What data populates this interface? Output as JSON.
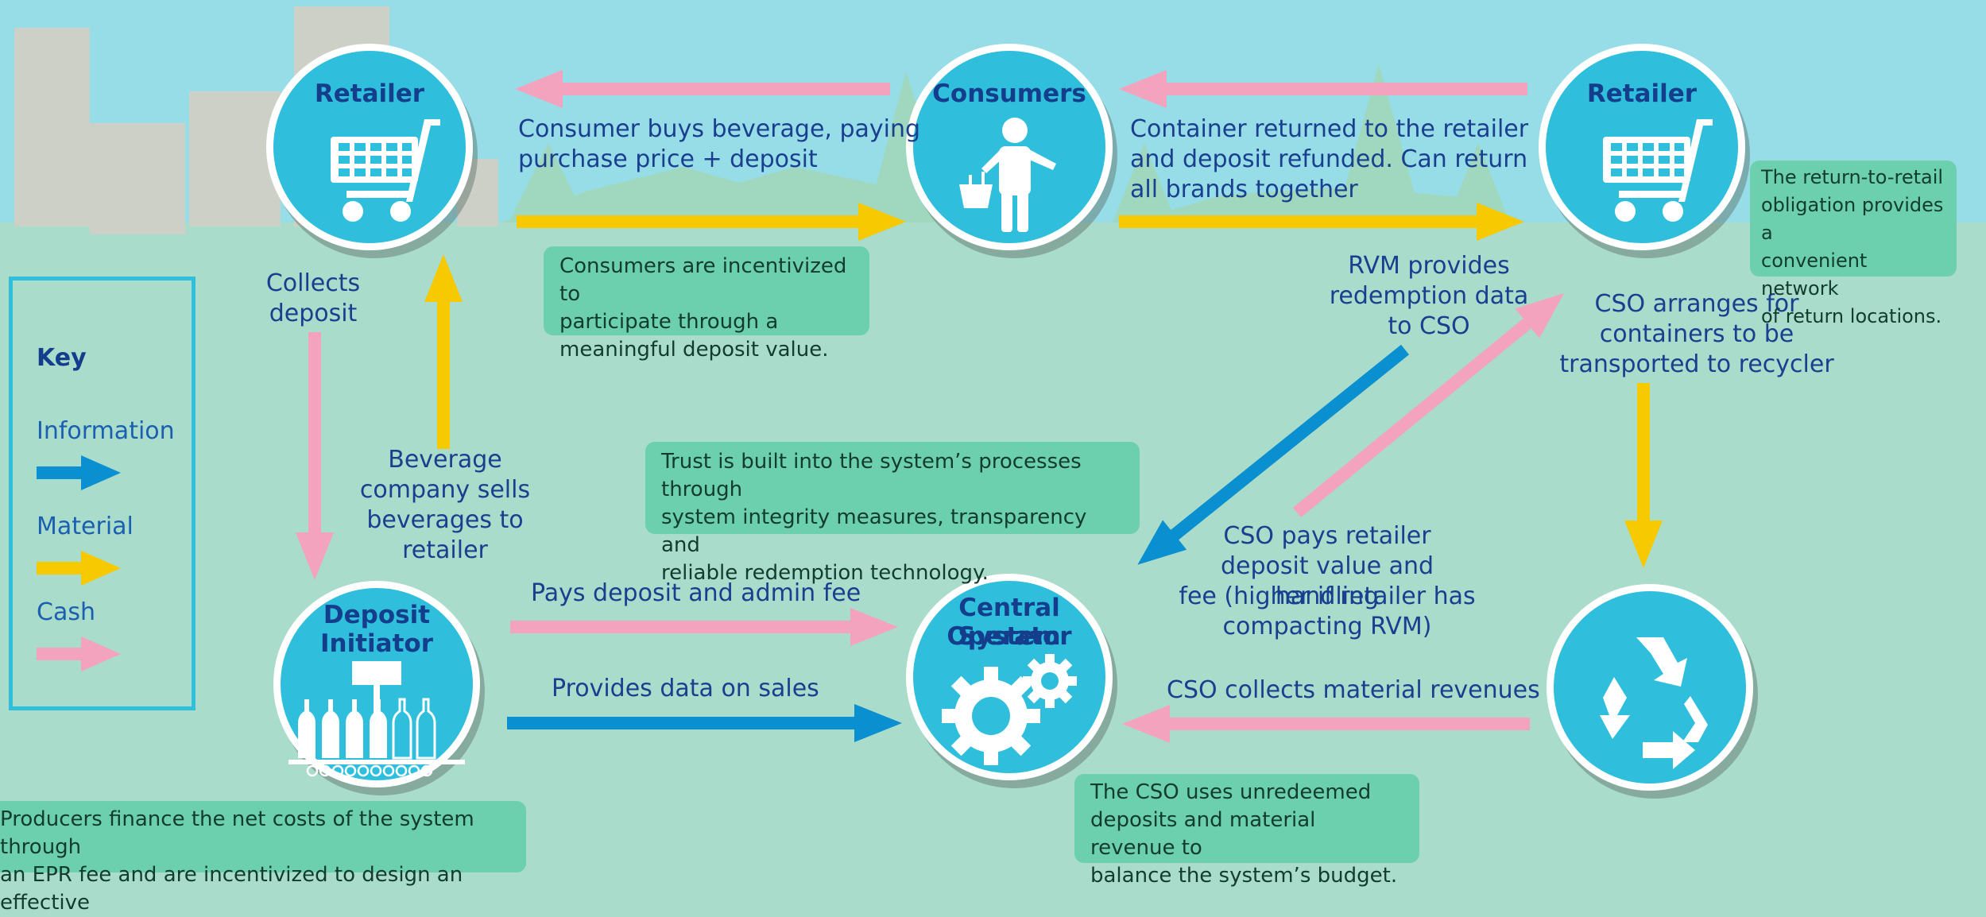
{
  "colors": {
    "sky": "#97dde8",
    "ground": "#a9dccb",
    "node_fill": "#2fbfdc",
    "information": "#0a8fd0",
    "material": "#f7c900",
    "cash": "#f4a3bf",
    "note_fill": "#6ccfae",
    "label_text": "#1a3f8f"
  },
  "nodes": {
    "retailer_left": {
      "title": "Retailer",
      "icon": "shopping-cart-icon"
    },
    "consumers": {
      "title": "Consumers",
      "icon": "person-with-basket-icon"
    },
    "retailer_right": {
      "title": "Retailer",
      "icon": "shopping-cart-icon"
    },
    "deposit_initiator": {
      "title_line1": "Deposit",
      "title_line2": "Initiator",
      "icon": "bottling-line-icon"
    },
    "cso": {
      "title_line1": "Central System",
      "title_line2": "Operator",
      "icon": "gears-icon"
    },
    "recycler": {
      "icon": "recycle-icon"
    }
  },
  "labels": {
    "consumer_buys_1": "Consumer buys beverage, paying",
    "consumer_buys_2": "purchase price + deposit",
    "container_returned_1": "Container returned to the retailer",
    "container_returned_2": "and deposit refunded. Can return",
    "container_returned_3": "all brands together",
    "collects_deposit_1": "Collects",
    "collects_deposit_2": "deposit",
    "beverage_sells_1": "Beverage",
    "beverage_sells_2": "company sells",
    "beverage_sells_3": "beverages to",
    "beverage_sells_4": "retailer",
    "rvm_1": "RVM provides",
    "rvm_2": "redemption data",
    "rvm_3": "to CSO",
    "cso_arranges_1": "CSO arranges for",
    "cso_arranges_2": "containers to be",
    "cso_arranges_3": "transported to recycler",
    "cso_pays_1": "CSO pays retailer",
    "cso_pays_2": "deposit value and handling",
    "cso_pays_3": "fee (higher if retailer has",
    "cso_pays_4": "compacting RVM)",
    "pays_deposit": "Pays deposit and admin fee",
    "provides_data": "Provides data on sales",
    "cso_collects": "CSO collects material revenues"
  },
  "notes": {
    "incentivized_1": "Consumers are incentivized to",
    "incentivized_2": "participate through a",
    "incentivized_3": "meaningful deposit value.",
    "trust_1": "Trust is built into the system’s processes through",
    "trust_2": "system integrity measures, transparency and",
    "trust_3": "reliable redemption technology.",
    "return_1": "The return-to-retail",
    "return_2": "obligation provides a",
    "return_3": "convenient network",
    "return_4": "of return locations.",
    "producers_1": "Producers finance the net costs of the system through",
    "producers_2": "an EPR fee and are incentivized to design an effective",
    "unredeemed_1": "The CSO uses unredeemed",
    "unredeemed_2": "deposits and material revenue to",
    "unredeemed_3": "balance the system’s budget."
  },
  "key": {
    "title": "Key",
    "items": [
      {
        "label": "Information",
        "color": "#0a8fd0"
      },
      {
        "label": "Material",
        "color": "#f7c900"
      },
      {
        "label": "Cash",
        "color": "#f4a3bf"
      }
    ]
  }
}
